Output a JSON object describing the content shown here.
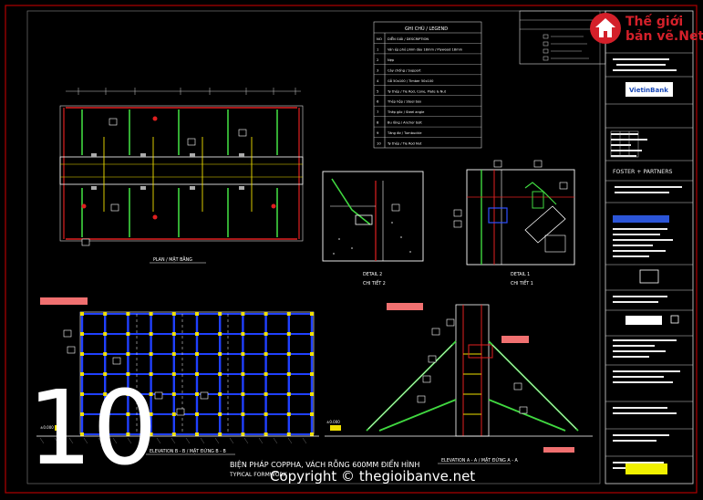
{
  "sheet_number": "10",
  "copyright": "Copyright © thegioibanve.net",
  "watermark": {
    "line1": "Thế giới",
    "line2": "bản vẽ.Net"
  },
  "titles": {
    "plan": "PLAN / MẶT BẰNG",
    "elevation_left": "ELEVATION B - B / MẶT ĐỨNG B - B",
    "elevation_right": "ELEVATION A - A / MẶT ĐỨNG A - A",
    "detail_2": "DETAIL 2",
    "detail_2_sub": "CHI TIẾT 2",
    "detail_1": "DETAIL 1",
    "detail_1_sub": "CHI TIẾT 1",
    "main_title": "BIỆN PHÁP COPPHA, VÁCH RỖNG 600MM ĐIỂN HÌNH",
    "main_title_sub": "TYPICAL FORMWORK"
  },
  "legend": {
    "header": "GHI CHÚ / LEGEND",
    "rows": [
      {
        "no": "NO",
        "desc": "DIỄN GIẢI / DESCRIPTION"
      },
      {
        "no": "1",
        "desc": "Ván ép phủ phim dày 18mm / Plywood 18mm"
      },
      {
        "no": "2",
        "desc": "Nẹp"
      },
      {
        "no": "3",
        "desc": "Cây chống / Support"
      },
      {
        "no": "4",
        "desc": "Gỗ 50x100 / Timber 50x100"
      },
      {
        "no": "5",
        "desc": "Ty thép / Tie Rod, Cone, Plate & Nut"
      },
      {
        "no": "6",
        "desc": "Thép hộp / Steel box"
      },
      {
        "no": "7",
        "desc": "Thép góc / Steel angle"
      },
      {
        "no": "8",
        "desc": "Bu lông / Anchor bolt"
      },
      {
        "no": "9",
        "desc": "Tăng đơ / Turnbuckle"
      },
      {
        "no": "10",
        "desc": "Ty thép / Tie Rod Nut"
      }
    ]
  },
  "title_block": {
    "client_logo": "VietinBank",
    "architect": "FOSTER + PARTNERS"
  },
  "labels": {
    "level_left": "±0.000",
    "level_right": "±0.000"
  },
  "colors": {
    "frame": "#b00000",
    "formwork_blue": "#2040ff",
    "prop_green": "#58e858",
    "rebar_yellow": "#f0e000",
    "accent_red": "#ff2020",
    "label_white": "#ffffff"
  }
}
